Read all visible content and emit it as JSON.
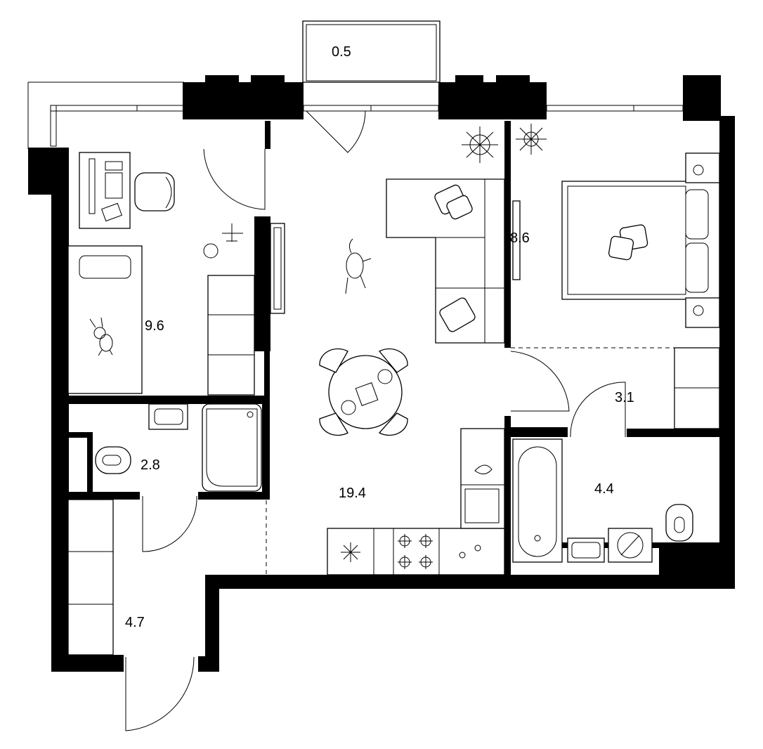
{
  "rooms": {
    "balcony": {
      "area": "0.5"
    },
    "kids_room": {
      "area": "9.6"
    },
    "bedroom": {
      "area": "8.6"
    },
    "living_kitchen": {
      "area": "19.4"
    },
    "wc": {
      "area": "2.8"
    },
    "corridor": {
      "area": "3.1"
    },
    "bathroom": {
      "area": "4.4"
    },
    "hallway": {
      "area": "4.7"
    }
  }
}
